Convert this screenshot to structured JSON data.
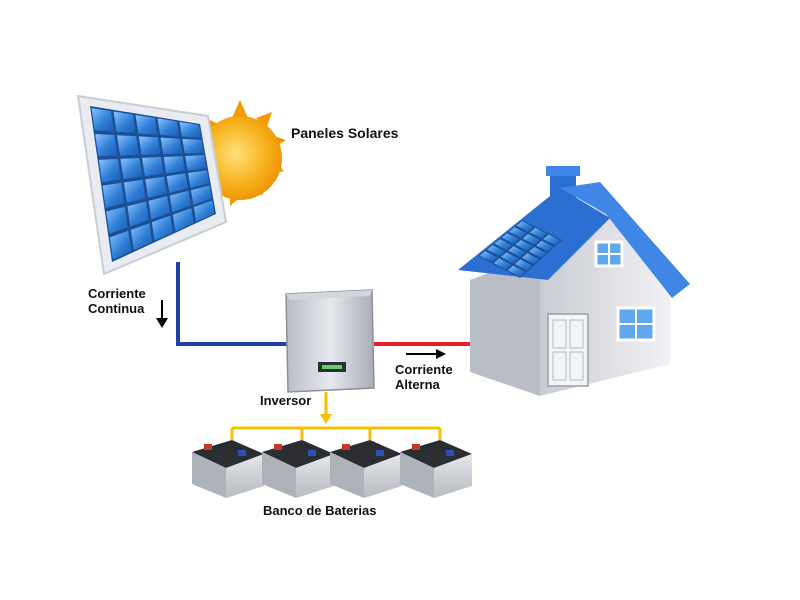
{
  "labels": {
    "solar_panels": "Paneles Solares",
    "direct_current_line1": "Corriente",
    "direct_current_line2": "Continua",
    "alternating_current_line1": "Corriente",
    "alternating_current_line2": "Alterna",
    "inverter": "Inversor",
    "battery_bank": "Banco de Baterias"
  },
  "colors": {
    "dc_wire": "#1f3fa8",
    "ac_wire": "#e0202c",
    "battery_wire": "#f2c200",
    "panel_cell": "#2f7fd6",
    "roof": "#2a6fd1",
    "sun": "#f5a300"
  }
}
